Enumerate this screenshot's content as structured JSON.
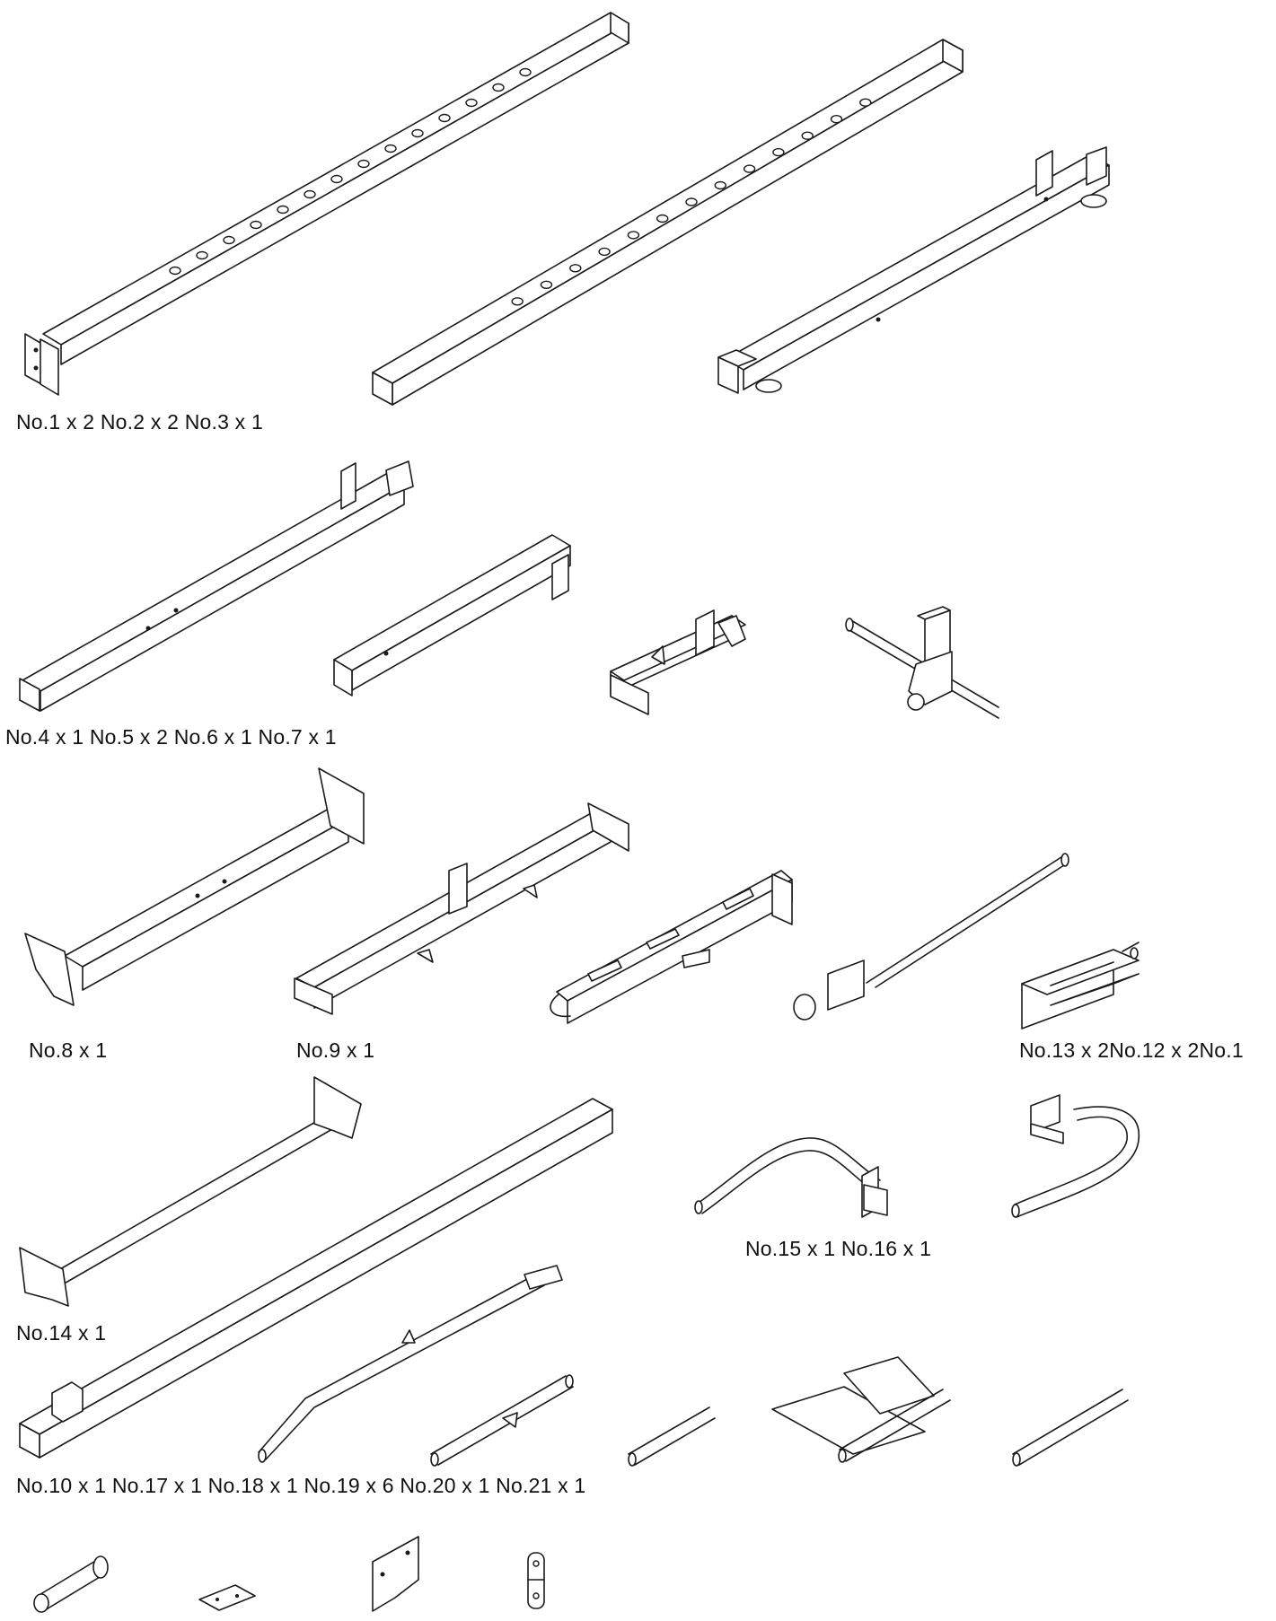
{
  "captions": {
    "row1": "No.1 x 2 No.2 x 2 No.3 x 1",
    "row2": "No.4 x 1 No.5 x 2 No.6 x 1 No.7 x 1",
    "row3_a": "No.8 x 1",
    "row3_b": "No.9 x 1",
    "row3_c": "No.13 x 2No.12 x 2No.1",
    "row4_a": "No.15 x 1 No.16 x 1",
    "row4_b": "No.14 x 1",
    "row5": "No.10 x 1 No.17 x 1 No.18 x 1 No.19 x 6 No.20 x 1 No.21 x 1"
  },
  "colors": {
    "line": "#1a1a1a",
    "background": "#ffffff"
  }
}
